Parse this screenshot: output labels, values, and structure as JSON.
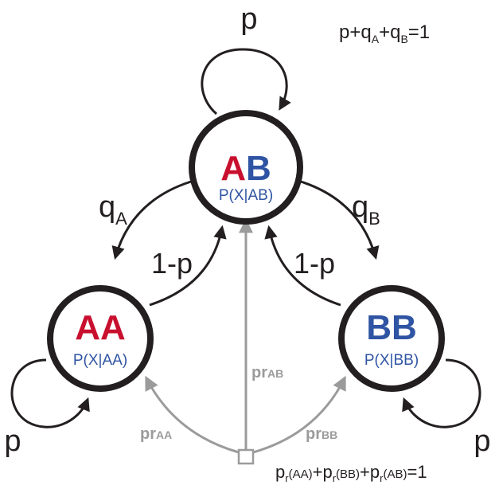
{
  "colors": {
    "red": "#c8102e",
    "blue": "#2f54a3",
    "black": "#231f20",
    "gray": "#9b9b9b"
  },
  "nodes": {
    "ab": {
      "letter1": "A",
      "letter2": "B",
      "label": "P(X|AB)"
    },
    "aa": {
      "letter1": "A",
      "letter2": "A",
      "label": "P(X|AA)"
    },
    "bb": {
      "letter1": "B",
      "letter2": "B",
      "label": "P(X|BB)"
    }
  },
  "edges": {
    "self_ab": "p",
    "self_aa": "p",
    "self_bb": "p",
    "ab_to_aa": {
      "base": "q",
      "sub": "A"
    },
    "ab_to_bb": {
      "base": "q",
      "sub": "B"
    },
    "aa_to_ab": "1-p",
    "bb_to_ab": "1-p",
    "root_to_aa": {
      "base": "pr",
      "arg": "AA"
    },
    "root_to_ab": {
      "base": "pr",
      "arg": "AB"
    },
    "root_to_bb": {
      "base": "pr",
      "arg": "BB"
    }
  },
  "equations": {
    "transition": {
      "p1": "p+q",
      "s1": "A",
      "p2": "+q",
      "s2": "B",
      "p3": "=1"
    },
    "prior": {
      "t1": "p",
      "s1": "r",
      "a1": "(AA)",
      "t2": "+p",
      "s2": "r",
      "a2": "(BB)",
      "t3": "+p",
      "s3": "r",
      "a3": "(AB)",
      "t4": "=1"
    }
  }
}
